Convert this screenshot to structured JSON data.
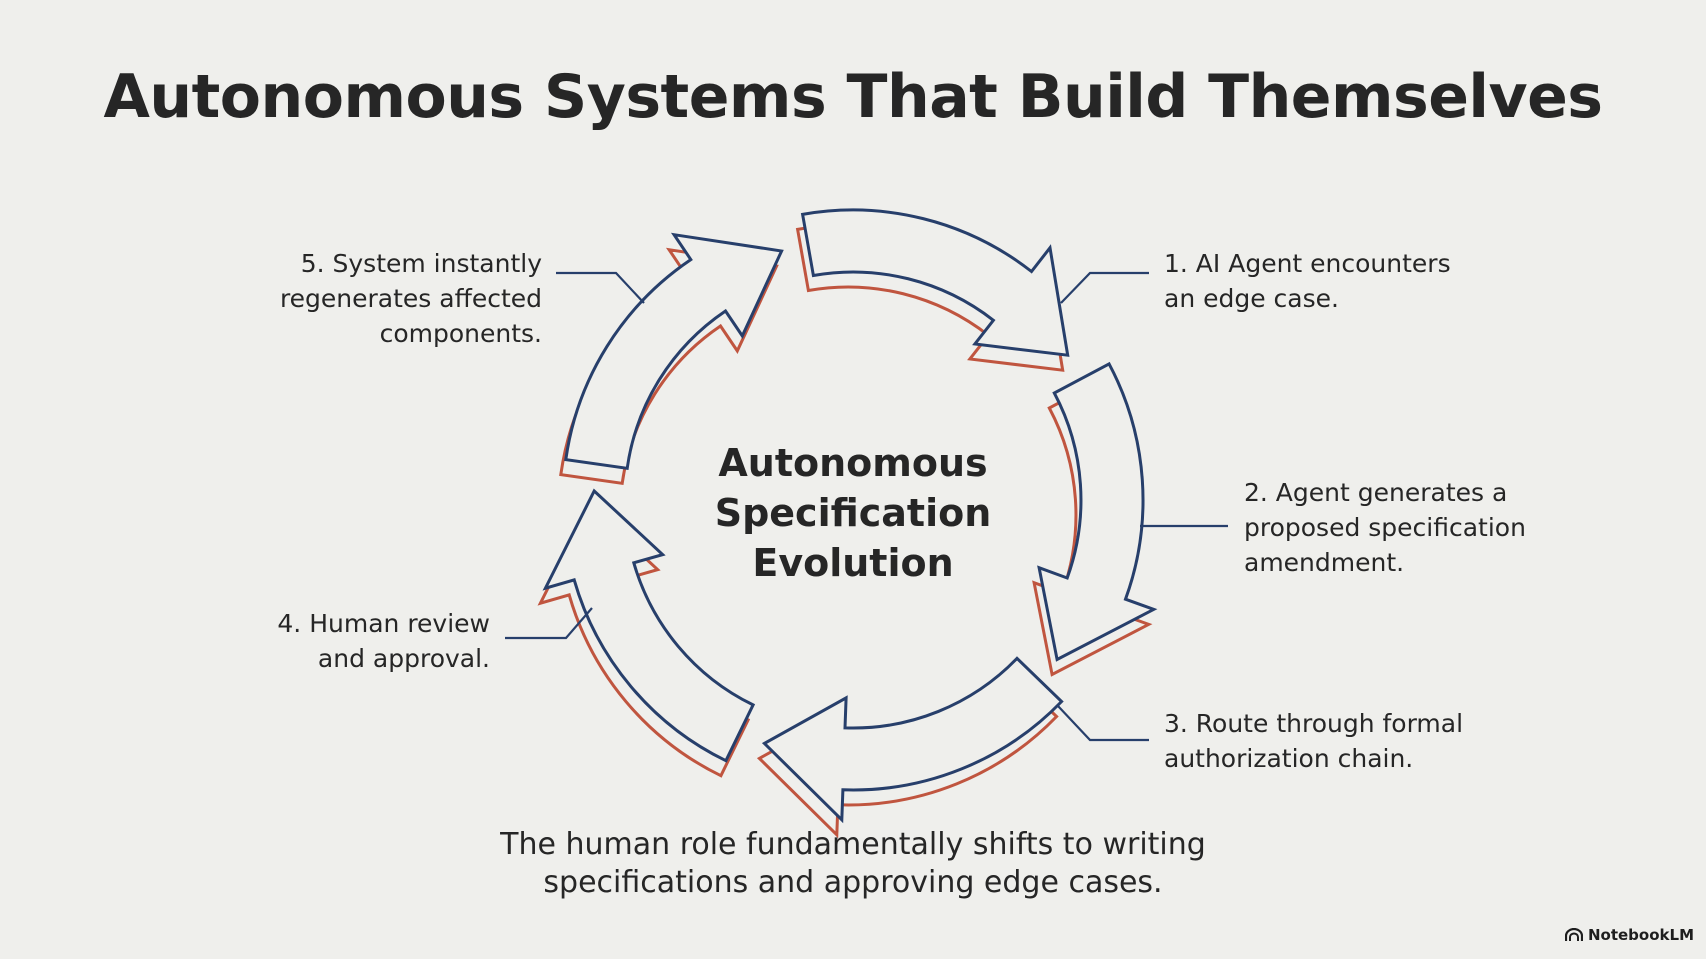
{
  "title": "Autonomous Systems That Build Themselves",
  "center_label": "Autonomous\nSpecification\nEvolution",
  "steps": [
    {
      "text": "1. AI Agent encounters\nan edge case."
    },
    {
      "text": "2. Agent generates a\nproposed specification\namendment."
    },
    {
      "text": "3. Route through formal\nauthorization chain."
    },
    {
      "text": "4. Human review\nand approval."
    },
    {
      "text": "5. System instantly\nregenerates affected\ncomponents."
    }
  ],
  "caption": "The human role fundamentally shifts to writing\nspecifications and approving edge cases.",
  "brand": {
    "name": "NotebookLM",
    "icon": "notebooklm-logo-icon"
  },
  "colors": {
    "background": "#efefec",
    "arrow_outline": "#273f6b",
    "arrow_shadow": "#c0553f",
    "text": "#262626"
  }
}
